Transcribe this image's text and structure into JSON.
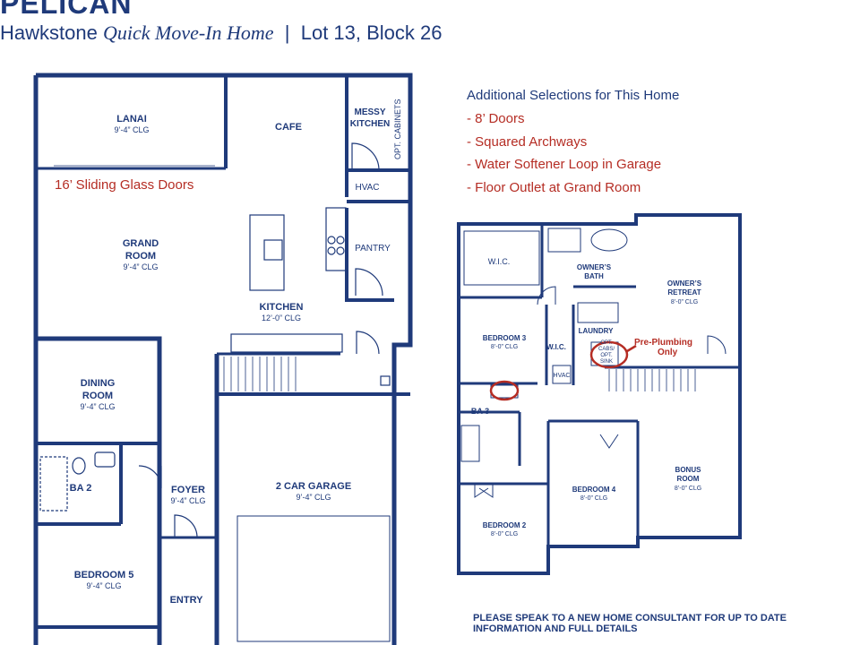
{
  "header": {
    "title": "PELICAN",
    "community": "Hawkstone",
    "home_type": "Quick Move-In Home",
    "separator": "|",
    "lot": "Lot 13, Block 26"
  },
  "selections": {
    "title": "Additional Selections for This Home",
    "items": [
      "- 8’ Doors",
      "- Squared Archways",
      "- Water Softener Loop in Garage",
      "- Floor Outlet at Grand Room"
    ]
  },
  "first_floor": {
    "rooms": {
      "lanai": {
        "name": "LANAI",
        "clg": "9’-4” CLG"
      },
      "cafe": {
        "name": "CAFE"
      },
      "messy_kitchen": {
        "name1": "MESSY",
        "name2": "KITCHEN"
      },
      "opt_cabinets": {
        "name": "OPT. CABINETS"
      },
      "hvac": {
        "name": "HVAC"
      },
      "pantry": {
        "name": "PANTRY"
      },
      "grand_room": {
        "name1": "GRAND",
        "name2": "ROOM",
        "clg": "9’-4” CLG"
      },
      "kitchen": {
        "name": "KITCHEN",
        "clg": "12’-0” CLG"
      },
      "dining_room": {
        "name1": "DINING",
        "name2": "ROOM",
        "clg": "9’-4” CLG"
      },
      "ba2": {
        "name": "BA 2"
      },
      "foyer": {
        "name": "FOYER",
        "clg": "9’-4” CLG"
      },
      "garage": {
        "name": "2 CAR GARAGE",
        "clg": "9’-4” CLG"
      },
      "bedroom5": {
        "name": "BEDROOM 5",
        "clg": "9’-4” CLG"
      },
      "entry": {
        "name": "ENTRY"
      }
    },
    "note": "16’ Sliding Glass Doors"
  },
  "second_floor": {
    "rooms": {
      "wic1": {
        "name": "W.I.C."
      },
      "owners_bath": {
        "name1": "OWNER’S",
        "name2": "BATH"
      },
      "owners_retreat": {
        "name1": "OWNER’S",
        "name2": "RETREAT",
        "clg": "8’-0” CLG"
      },
      "bedroom3": {
        "name": "BEDROOM 3",
        "clg": "8’-0” CLG"
      },
      "wic2": {
        "name": "W.I.C."
      },
      "laundry": {
        "name": "LAUNDRY"
      },
      "opt_cabs": {
        "line1": "OPT.",
        "line2": "CABS/",
        "line3": "OPT.",
        "line4": "SINK"
      },
      "hvac": {
        "name": "HVAC"
      },
      "ba3": {
        "name": "BA 3"
      },
      "bedroom4": {
        "name": "BEDROOM 4",
        "clg": "8’-0” CLG"
      },
      "bonus_room": {
        "name1": "BONUS",
        "name2": "ROOM",
        "clg": "8’-0” CLG"
      },
      "bedroom2": {
        "name": "BEDROOM 2",
        "clg": "8’-0” CLG"
      }
    },
    "note1": "Pre-Plumbing",
    "note2": "Only"
  },
  "disclaimer": {
    "line1": "PLEASE SPEAK TO A NEW HOME CONSULTANT FOR UP TO DATE",
    "line2": "INFORMATION AND FULL DETAILS"
  },
  "colors": {
    "wall": "#1f3a7a",
    "accent": "#b52d24",
    "background": "#ffffff"
  }
}
